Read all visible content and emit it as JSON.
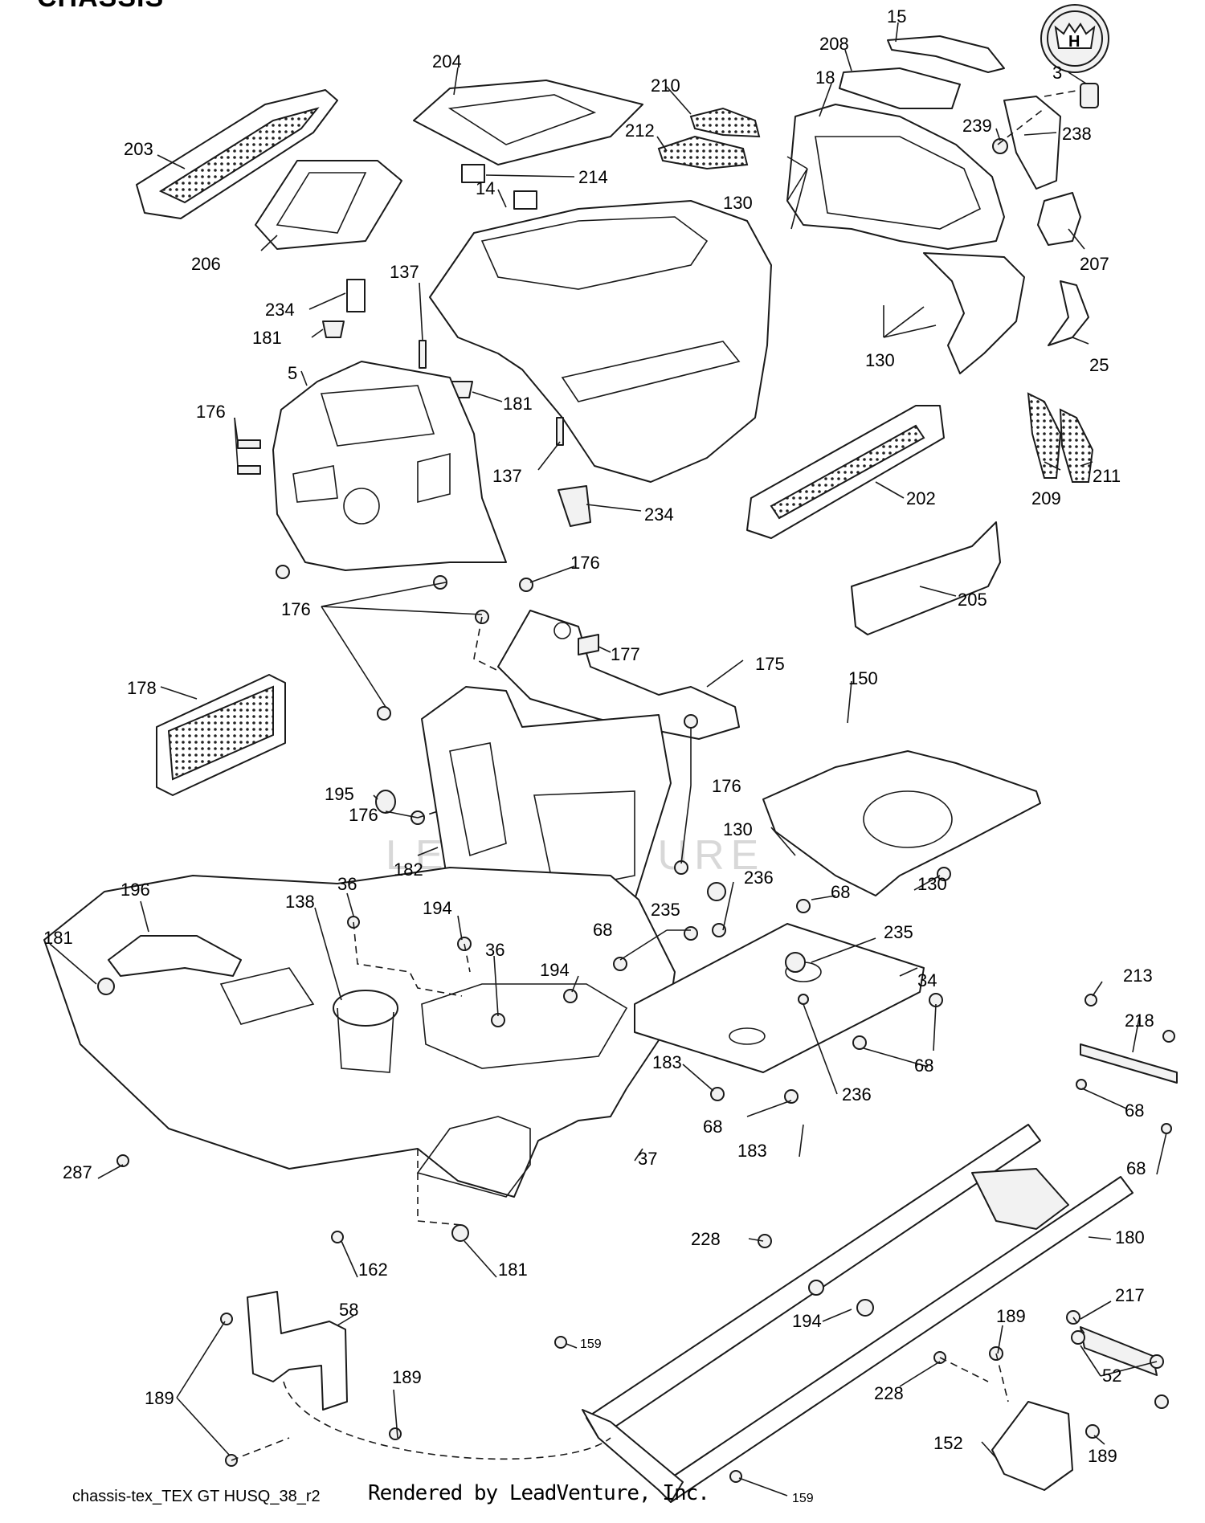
{
  "diagram": {
    "title": "CHASSIS",
    "footer_left": "chassis-tex_TEX GT HUSQ_38_r2",
    "footer_center": "Rendered by LeadVenture, Inc.",
    "watermark": "LEADVENTURE",
    "logo": "husqvarna-crown-logo",
    "callouts": [
      {
        "id": "15",
        "label": "15"
      },
      {
        "id": "3",
        "label": "3"
      },
      {
        "id": "208",
        "label": "208"
      },
      {
        "id": "204",
        "label": "204"
      },
      {
        "id": "210",
        "label": "210"
      },
      {
        "id": "18",
        "label": "18"
      },
      {
        "id": "239",
        "label": "239"
      },
      {
        "id": "238",
        "label": "238"
      },
      {
        "id": "203",
        "label": "203"
      },
      {
        "id": "212",
        "label": "212"
      },
      {
        "id": "214",
        "label": "214"
      },
      {
        "id": "130a",
        "label": "130"
      },
      {
        "id": "14",
        "label": "14"
      },
      {
        "id": "206",
        "label": "206"
      },
      {
        "id": "207",
        "label": "207"
      },
      {
        "id": "137a",
        "label": "137"
      },
      {
        "id": "234a",
        "label": "234"
      },
      {
        "id": "181a",
        "label": "181"
      },
      {
        "id": "130b",
        "label": "130"
      },
      {
        "id": "25",
        "label": "25"
      },
      {
        "id": "5",
        "label": "5"
      },
      {
        "id": "181b",
        "label": "181"
      },
      {
        "id": "176a",
        "label": "176"
      },
      {
        "id": "137b",
        "label": "137"
      },
      {
        "id": "209",
        "label": "209"
      },
      {
        "id": "211",
        "label": "211"
      },
      {
        "id": "202",
        "label": "202"
      },
      {
        "id": "234b",
        "label": "234"
      },
      {
        "id": "176b",
        "label": "176"
      },
      {
        "id": "205",
        "label": "205"
      },
      {
        "id": "176c",
        "label": "176"
      },
      {
        "id": "177",
        "label": "177"
      },
      {
        "id": "175",
        "label": "175"
      },
      {
        "id": "178",
        "label": "178"
      },
      {
        "id": "150",
        "label": "150"
      },
      {
        "id": "195",
        "label": "195"
      },
      {
        "id": "176d",
        "label": "176"
      },
      {
        "id": "176e",
        "label": "176"
      },
      {
        "id": "130c",
        "label": "130"
      },
      {
        "id": "182",
        "label": "182"
      },
      {
        "id": "196",
        "label": "196"
      },
      {
        "id": "36a",
        "label": "36"
      },
      {
        "id": "138",
        "label": "138"
      },
      {
        "id": "236a",
        "label": "236"
      },
      {
        "id": "68a",
        "label": "68"
      },
      {
        "id": "130d",
        "label": "130"
      },
      {
        "id": "194a",
        "label": "194"
      },
      {
        "id": "235a",
        "label": "235"
      },
      {
        "id": "181c",
        "label": "181"
      },
      {
        "id": "36b",
        "label": "36"
      },
      {
        "id": "68b",
        "label": "68"
      },
      {
        "id": "235b",
        "label": "235"
      },
      {
        "id": "34",
        "label": "34"
      },
      {
        "id": "194b",
        "label": "194"
      },
      {
        "id": "213",
        "label": "213"
      },
      {
        "id": "218",
        "label": "218"
      },
      {
        "id": "183a",
        "label": "183"
      },
      {
        "id": "68c",
        "label": "68"
      },
      {
        "id": "236b",
        "label": "236"
      },
      {
        "id": "68d",
        "label": "68"
      },
      {
        "id": "68e",
        "label": "68"
      },
      {
        "id": "183b",
        "label": "183"
      },
      {
        "id": "68f",
        "label": "68"
      },
      {
        "id": "287",
        "label": "287"
      },
      {
        "id": "37",
        "label": "37"
      },
      {
        "id": "228a",
        "label": "228"
      },
      {
        "id": "180",
        "label": "180"
      },
      {
        "id": "162",
        "label": "162"
      },
      {
        "id": "181d",
        "label": "181"
      },
      {
        "id": "217",
        "label": "217"
      },
      {
        "id": "58",
        "label": "58"
      },
      {
        "id": "189a",
        "label": "189"
      },
      {
        "id": "194c",
        "label": "194"
      },
      {
        "id": "159a",
        "label": "159"
      },
      {
        "id": "52",
        "label": "52"
      },
      {
        "id": "189b",
        "label": "189"
      },
      {
        "id": "189c",
        "label": "189"
      },
      {
        "id": "228b",
        "label": "228"
      },
      {
        "id": "152",
        "label": "152"
      },
      {
        "id": "189d",
        "label": "189"
      },
      {
        "id": "159b",
        "label": "159"
      }
    ]
  }
}
